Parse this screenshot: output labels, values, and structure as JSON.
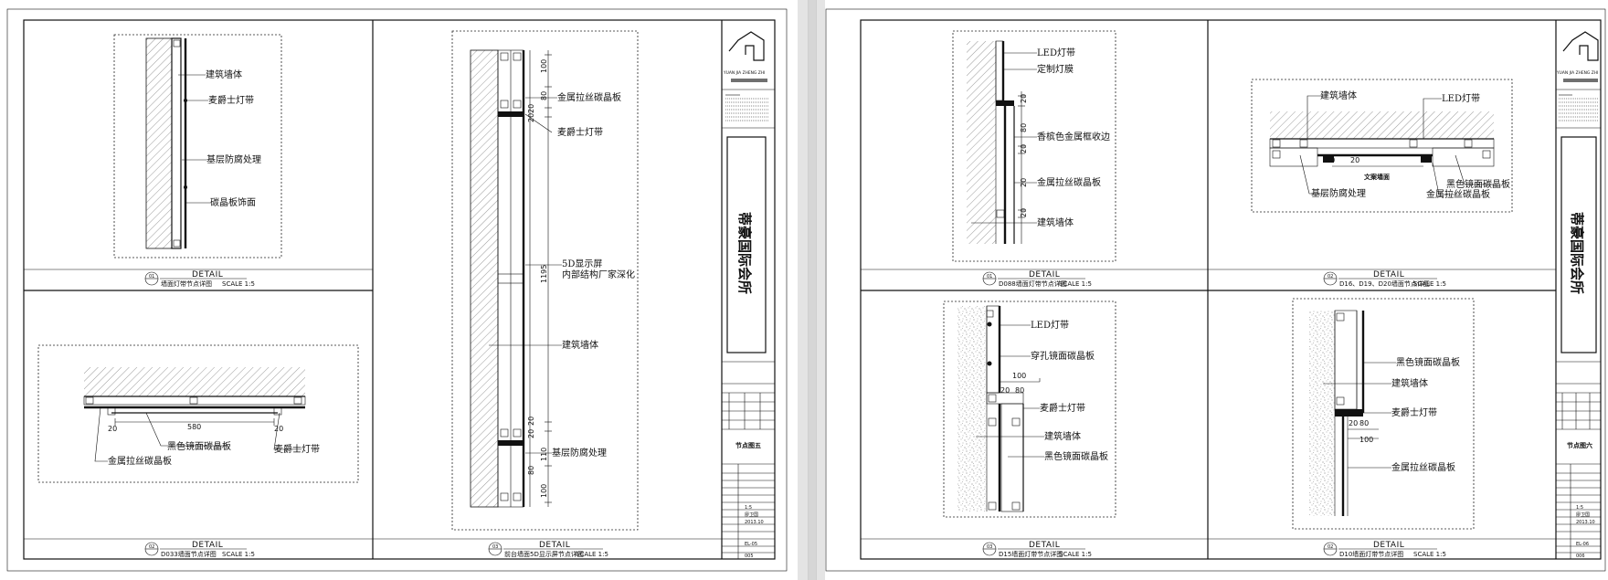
{
  "left_sheet": {
    "company_letters": "YUAN JIA ZHENG ZHI",
    "project_title": "蒂豪国际会所",
    "page_name": "节点图五",
    "scale": "1:5",
    "designer": "廖卫国",
    "date": "2013.10",
    "drawing_no": "EL-05",
    "sheet_no": "005",
    "details": [
      {
        "id": "01",
        "word": "DETAIL",
        "caption": "墙面灯带节点详图",
        "scale": "SCALE 1:5",
        "labels": [
          "建筑墙体",
          "麦爵士灯带",
          "基层防腐处理",
          "碳晶板饰面"
        ]
      },
      {
        "id": "02",
        "word": "DETAIL",
        "caption": "D033墙面节点详图",
        "scale": "SCALE 1:5",
        "labels": [
          "黑色镜面碳晶板",
          "麦爵士灯带",
          "金属拉丝碳晶板"
        ],
        "dims": [
          "580",
          "20",
          "20"
        ]
      },
      {
        "id": "03",
        "word": "DETAIL",
        "caption": "前台墙面5D显示屏节点详图",
        "scale": "SCALE 1:5",
        "labels": [
          "金属拉丝碳晶板",
          "麦爵士灯带",
          "5D显示屏",
          "内部结构厂家深化",
          "建筑墙体",
          "基层防腐处理"
        ],
        "dims": [
          "100",
          "80",
          "20",
          "20",
          "1195",
          "20",
          "20",
          "110",
          "80",
          "100"
        ]
      }
    ]
  },
  "right_sheet": {
    "company_letters": "YUAN JIA ZHENG ZHI",
    "project_title": "蒂豪国际会所",
    "page_name": "节点图六",
    "scale": "1:5",
    "designer": "廖卫国",
    "date": "2013.10",
    "drawing_no": "EL-06",
    "sheet_no": "006",
    "details": [
      {
        "id": "01",
        "word": "DETAIL",
        "caption": "D088墙面灯带节点详图",
        "scale": "SCALE 1:5",
        "labels": [
          "LED灯带",
          "定制灯膜",
          "香槟色金属框收边",
          "金属拉丝碳晶板",
          "建筑墙体"
        ],
        "dims": [
          "20",
          "80",
          "20",
          "20",
          "20"
        ]
      },
      {
        "id": "02",
        "word": "DETAIL",
        "caption": "D16、D19、D20墙面节点详图",
        "scale": "SCALE 1:5",
        "labels": [
          "建筑墙体",
          "LED灯带",
          "黑色镜面碳晶板",
          "金属拉丝碳晶板",
          "基层防腐处理",
          "文案墙面"
        ],
        "dims": [
          "20",
          "20"
        ]
      },
      {
        "id": "03",
        "word": "DETAIL",
        "caption": "D15墙面灯带节点详图",
        "scale": "SCALE 1:5",
        "labels": [
          "LED灯带",
          "穿孔镜面碳晶板",
          "麦爵士灯带",
          "建筑墙体",
          "黑色镜面碳晶板"
        ],
        "dims": [
          "100",
          "20",
          "80"
        ]
      },
      {
        "id": "02",
        "word": "DETAIL",
        "caption": "D10墙面灯带节点详图",
        "scale": "SCALE 1:5",
        "labels": [
          "黑色镜面碳晶板",
          "建筑墙体",
          "麦爵士灯带",
          "金属拉丝碳晶板"
        ],
        "dims": [
          "20",
          "80",
          "100"
        ]
      }
    ]
  }
}
